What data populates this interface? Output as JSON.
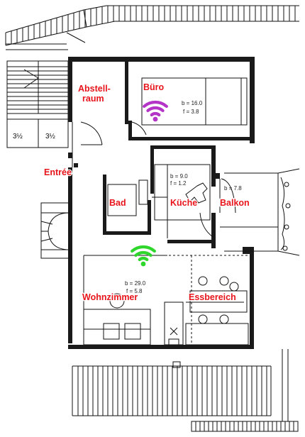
{
  "rooms": {
    "abstell_line1": "Abstell-",
    "abstell_line2": "raum",
    "buero": "Büro",
    "entree": "Entrée",
    "bad": "Bad",
    "kueche": "Küche",
    "balkon": "Balkon",
    "wohnzimmer": "Wohnzimmer",
    "essbereich": "Essbereich"
  },
  "dimensions": {
    "buero_b": "b = 16.0",
    "buero_f": "f = 3.8",
    "kueche_b": "b = 9.0",
    "kueche_f": "f = 1.2",
    "balkon_b": "b = 7.8",
    "wohn_b": "b = 29.0",
    "wohn_f": "f = 5.8"
  },
  "stairs": {
    "left": "3½",
    "right": "3½"
  },
  "wifi": [
    {
      "name": "wifi-buero",
      "color": "#b534c8"
    },
    {
      "name": "wifi-wohn",
      "color": "#2fd62b"
    }
  ]
}
